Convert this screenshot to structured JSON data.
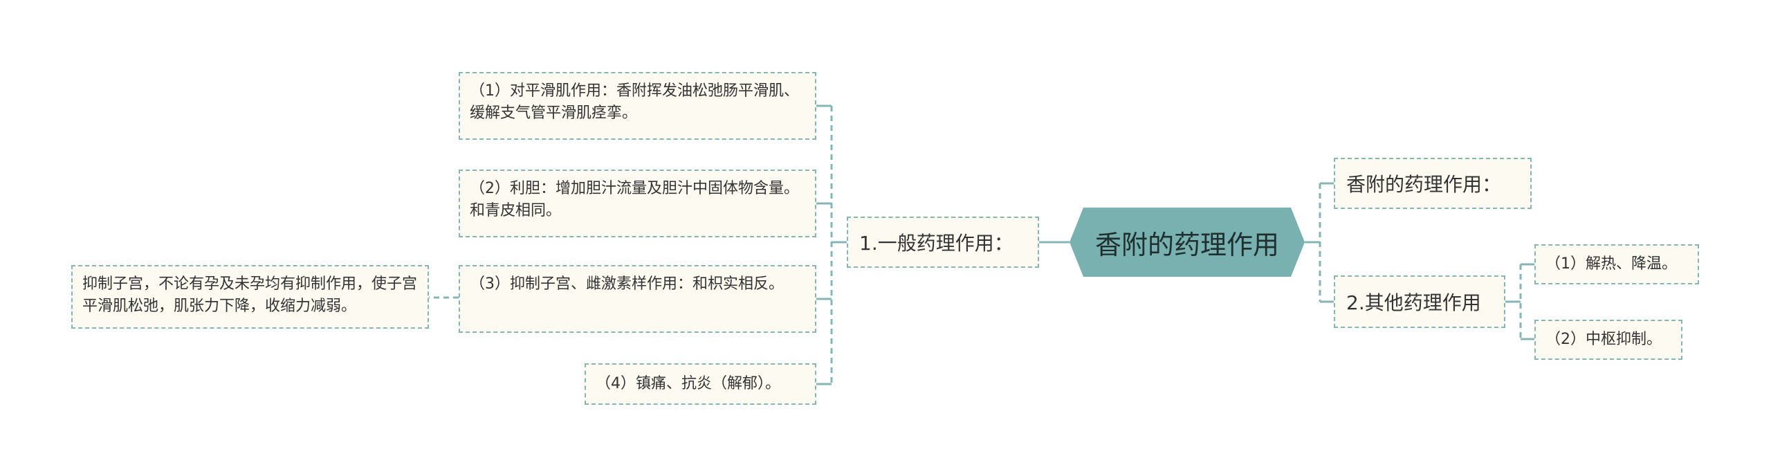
{
  "root": {
    "label": "香附的药理作用"
  },
  "left_branch": {
    "label": "1.一般药理作用：",
    "items": [
      {
        "label": "（1）对平滑肌作用：香附挥发油松弛肠平滑肌、缓解支气管平滑肌痉挛。"
      },
      {
        "label": "（2）利胆：增加胆汁流量及胆汁中固体物含量。和青皮相同。"
      },
      {
        "label": "（3）抑制子宫、雌激素样作用：和枳实相反。"
      },
      {
        "label": "（4）镇痛、抗炎（解郁）。"
      }
    ],
    "sub_detail": {
      "label": "抑制子宫，不论有孕及未孕均有抑制作用，使子宫平滑肌松弛，肌张力下降，收缩力减弱。"
    }
  },
  "right_top": {
    "label": "香附的药理作用："
  },
  "right_branch": {
    "label": "2.其他药理作用",
    "items": [
      {
        "label": "（1）解热、降温。"
      },
      {
        "label": "（2）中枢抑制。"
      }
    ]
  },
  "colors": {
    "root_fill": "#78b1b0",
    "node_fill": "#fdfaf1",
    "border": "#86b6b3",
    "line": "#86b6b3"
  }
}
